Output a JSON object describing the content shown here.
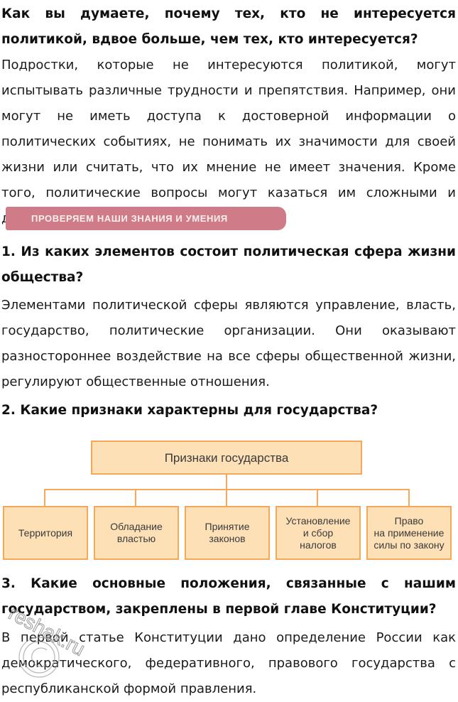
{
  "intro": {
    "question": "Как вы думаете, почему тех, кто не интересуется политикой, вдвое больше, чем тех, кто интересуется?",
    "answer": "Подростки, которые не интересуются политикой, могут испытывать различные трудности и препятствия. Например, они могут не иметь доступа к достоверной информации о политических событиях, не понимать их значимости для своей жизни или считать, что их мнение не имеет значения. Кроме того, политические вопросы могут казаться им сложными и далекими от их повседневной жизни."
  },
  "section_banner": {
    "label": "ПРОВЕРЯЕМ НАШИ ЗНАНИЯ И УМЕНИЯ",
    "color": "#d07c88"
  },
  "questions": [
    {
      "question": "1. Из каких элементов состоит политическая сфера жизни общества?",
      "answer": "Элементами политической сферы являются управление, власть, государство, политические организации. Они оказывают разностороннее воздействие на все сферы общественной жизни, регулируют общественные отношения."
    },
    {
      "question": "2. Какие признаки характерны для государства?",
      "answer": ""
    },
    {
      "question": "3. Какие основные положения, связанные с нашим государством, закреплены в первой главе Конституции?",
      "answer": "В первой статье Конституции дано определение России как демократического, федеративного, правового государства с республиканской формой правления."
    }
  ],
  "diagram": {
    "title": "Признаки государства",
    "fill_color": "#fde0b6",
    "border_color": "#f6a85a",
    "items": [
      "Территория",
      "Обладание\nвластью",
      "Принятие\nзаконов",
      "Установление\nи сбор\nналогов",
      "Право\nна применение\nсилы по закону"
    ]
  },
  "watermark": {
    "text": "reshak.ru"
  }
}
